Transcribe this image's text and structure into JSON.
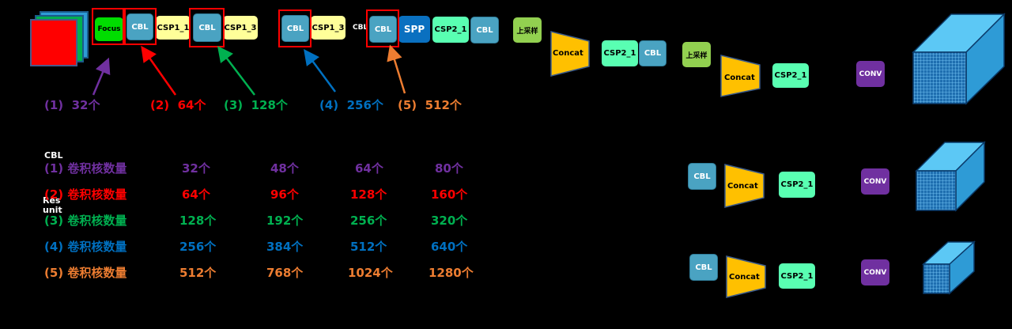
{
  "colors": {
    "purple": "#7030a0",
    "red": "#ff0000",
    "green": "#00b050",
    "blue": "#0070c0",
    "orange": "#ed7d31",
    "cbl": "#4aa3c2",
    "csp1": "#ffff99",
    "csp2": "#59ffb2",
    "concat": "#ffc000"
  },
  "top_chain": {
    "focus": "Focus",
    "cbl": "CBL",
    "csp1_1": "CSP1_1",
    "csp1_3a": "CSP1_3",
    "csp1_3b": "CSP1_3",
    "cbl_partial": "CBL",
    "spp": "SPP",
    "csp2_1": "CSP2_1",
    "upsample": "上采样",
    "concat": "Concat",
    "conv": "CONV"
  },
  "stage_labels": [
    {
      "num": "(1)",
      "count": "32个"
    },
    {
      "num": "(2)",
      "count": "64个"
    },
    {
      "num": "(3)",
      "count": "128个"
    },
    {
      "num": "(4)",
      "count": "256个"
    },
    {
      "num": "(5)",
      "count": "512个"
    }
  ],
  "side_labels": {
    "cbl": "CBL",
    "res_unit": "Res\nunit"
  },
  "kernel_table": {
    "row_label": "卷积核数量",
    "rows": [
      {
        "num": "(1)",
        "values": [
          "32个",
          "48个",
          "64个",
          "80个"
        ]
      },
      {
        "num": "(2)",
        "values": [
          "64个",
          "96个",
          "128个",
          "160个"
        ]
      },
      {
        "num": "(3)",
        "values": [
          "128个",
          "192个",
          "256个",
          "320个"
        ]
      },
      {
        "num": "(4)",
        "values": [
          "256个",
          "384个",
          "512个",
          "640个"
        ]
      },
      {
        "num": "(5)",
        "values": [
          "512个",
          "768个",
          "1024个",
          "1280个"
        ]
      }
    ]
  }
}
